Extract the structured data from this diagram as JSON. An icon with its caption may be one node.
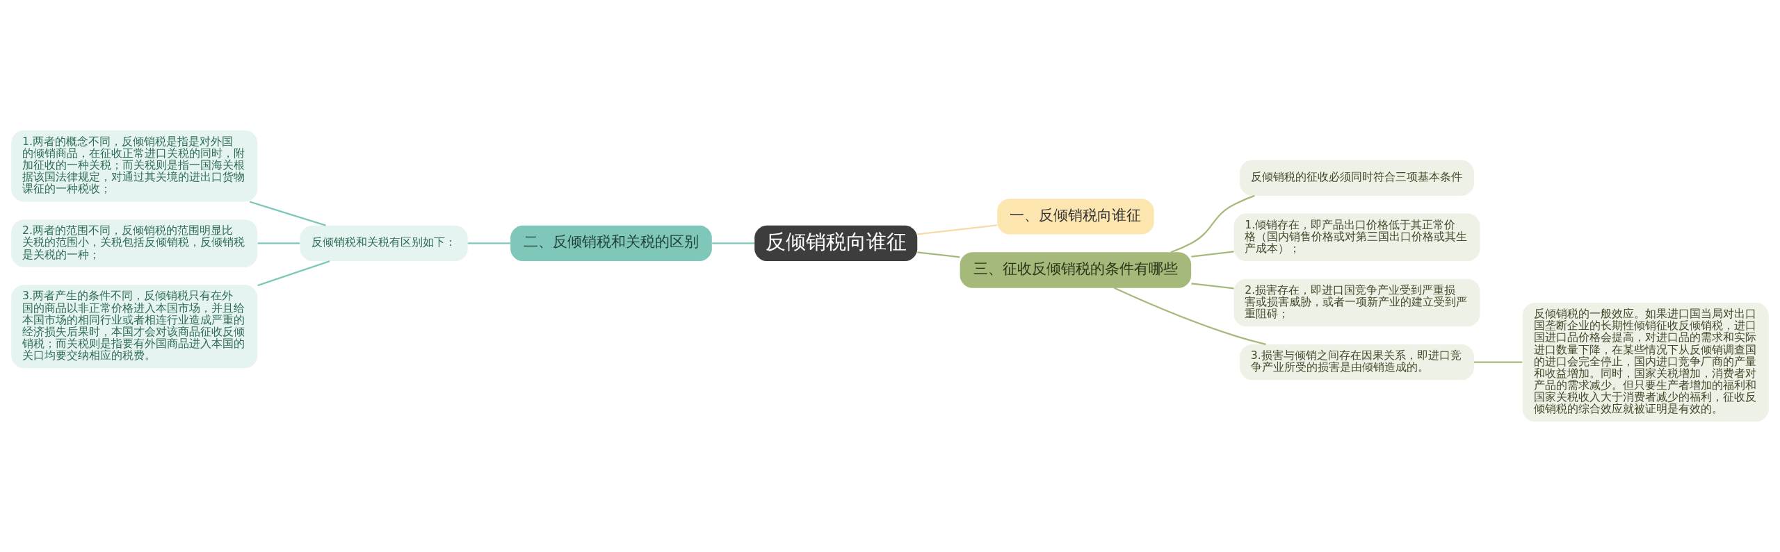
{
  "diagram": {
    "nodes": [
      {
        "text": [
          "反倾销税向谁征"
        ]
      },
      {
        "text": [
          "一、反倾销税向谁征"
        ]
      },
      {
        "text": [
          "二、反倾销税和关税的区别"
        ]
      },
      {
        "text": [
          "反倾销税和关税有区别如下："
        ]
      },
      {
        "text": [
          "1.两者的概念不同，反倾销税是指是对外国的倾销商品，在征收正常进口关税的同时，附加征收的一种关税；而关税则是指一国海关根据该国法律规定，对通过其关境的进出口货物课征的一种税收；"
        ]
      },
      {
        "text": [
          "2.两者的范围不同，反倾销税的范围明显比关税的范围小，关税包括反倾销税，反倾销税是关税的一种；"
        ]
      },
      {
        "text": [
          "3.两者产生的条件不同，反倾销税只有在外国的商品以非正常价格进入本国市场，并且给本国市场的相同行业或者相连行业造成严重的经济损失后果时，本国才会对该商品征收反倾销税；而关税则是指要有外国商品进入本国的关口均要交纳相应的税费。"
        ]
      },
      {
        "text": [
          "三、征收反倾销税的条件有哪些"
        ]
      },
      {
        "text": [
          "反倾销税的征收必须同时符合三项基本条件"
        ]
      },
      {
        "text": [
          "1.倾销存在，即产品出口价格低于其正常价格（国内销售价格或对第三国出口价格或其生产成本）；"
        ]
      },
      {
        "text": [
          "2.损害存在，即进口国竞争产业受到严重损害或损害威胁，或者一项新产业的建立受到严重阻碍；"
        ]
      },
      {
        "text": [
          "3.损害与倾销之间存在因果关系，即进口竞争产业所受的损害是由倾销造成的。"
        ]
      },
      {
        "text": [
          "反倾销税的一般效应。如果进口国当局对出口国垄断企业的长期性倾销征收反倾销税，进口国进口品价格会提高，对进口品的需求和实际进口数量下降，在某些情况下从反倾销调查国的进口会完全停止，国内进口竞争厂商的产量和收益增加。同时，国家关税增加，消费者对产品的需求减少。但只要生产者增加的福利和国家关税收入大于消费者减少的福利，征收反倾销税的综合效应就被证明是有效的。"
        ]
      }
    ],
    "edges": [
      {
        "from": 0,
        "to": 1,
        "arrow": "none",
        "color": "#f5dba6"
      },
      {
        "from": 0,
        "to": 2,
        "arrow": "none",
        "color": "#7fc8b9"
      },
      {
        "from": 2,
        "to": 3,
        "arrow": "none",
        "color": "#7fc8b9"
      },
      {
        "from": 3,
        "to": 4,
        "arrow": "none",
        "color": "#7fc8b9"
      },
      {
        "from": 3,
        "to": 5,
        "arrow": "none",
        "color": "#7fc8b9"
      },
      {
        "from": 3,
        "to": 6,
        "arrow": "none",
        "color": "#7fc8b9"
      },
      {
        "from": 0,
        "to": 7,
        "arrow": "none"
      },
      {
        "from": 7,
        "to": 8,
        "arrow": "none"
      },
      {
        "from": 7,
        "to": 9,
        "arrow": "none"
      },
      {
        "from": 7,
        "to": 10,
        "arrow": "none"
      },
      {
        "from": 7,
        "to": 11,
        "arrow": "none"
      },
      {
        "from": 11,
        "to": 12,
        "arrow": "none"
      }
    ]
  }
}
